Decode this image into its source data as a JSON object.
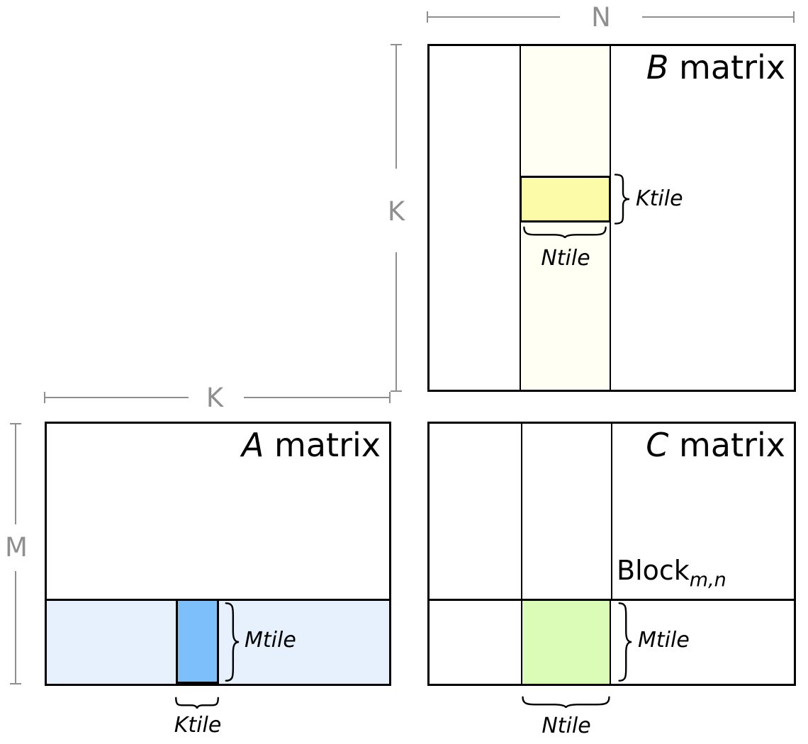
{
  "colors": {
    "ivory_column": "#FFFFF4",
    "yellow_tile": "#FBFBA8",
    "light_blue_band": "#E7F1FD",
    "blue_tile": "#7DBFFB",
    "green_tile": "#DAFCB6",
    "ruler_gray": "#8F8F8F",
    "line_black": "#000000"
  },
  "rulers": {
    "n_label": "N",
    "k_vertical_label": "K",
    "k_horizontal_label": "K",
    "m_label": "M"
  },
  "matrices": {
    "b": {
      "title_letter": "B",
      "title_suffix": " matrix",
      "ktile_label": "Ktile",
      "ntile_label": "Ntile"
    },
    "a": {
      "title_letter": "A",
      "title_suffix": " matrix",
      "mtile_label": "Mtile",
      "ktile_label": "Ktile"
    },
    "c": {
      "title_letter": "C",
      "title_suffix": " matrix",
      "block_word": "Block",
      "block_subscript": "m,n",
      "mtile_label": "Mtile",
      "ntile_label": "Ntile"
    }
  }
}
